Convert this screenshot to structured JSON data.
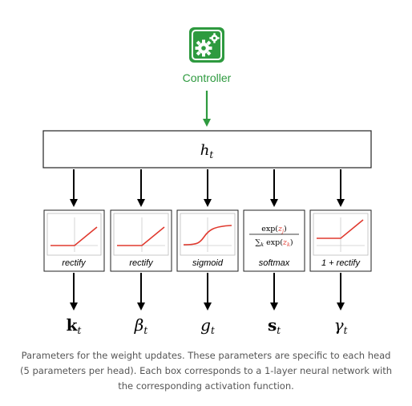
{
  "controller": {
    "label": "Controller",
    "icon": "gears-icon",
    "color": "#2e9a3f"
  },
  "hidden_state": {
    "symbol": "h",
    "subscript": "t"
  },
  "activations": [
    {
      "label": "rectify",
      "curve": "rectify",
      "output_symbol": "k",
      "output_subscript": "t"
    },
    {
      "label": "rectify",
      "curve": "rectify",
      "output_symbol": "β",
      "output_subscript": "t"
    },
    {
      "label": "sigmoid",
      "curve": "sigmoid",
      "output_symbol": "g",
      "output_subscript": "t"
    },
    {
      "label": "softmax",
      "curve": "softmax",
      "output_symbol": "s",
      "output_subscript": "t"
    },
    {
      "label": "1 + rectify",
      "curve": "rectify1",
      "output_symbol": "γ",
      "output_subscript": "t"
    }
  ],
  "softmax_formula": {
    "numerator_fn": "exp(",
    "numerator_var": "z",
    "numerator_sub": "j",
    "numerator_close": ")",
    "denominator_sum": "∑",
    "denominator_sum_sub": "k",
    "denominator_fn": " exp(",
    "denominator_var": "z",
    "denominator_sub": "k",
    "denominator_close": ")"
  },
  "colors": {
    "curve": "#e03a2f",
    "accent_green": "#2e9a3f",
    "arrow": "#000000"
  },
  "caption": "Parameters for the weight updates. These parameters are specific to each head (5 parameters per head). Each box corresponds to a 1-layer neural network with the corresponding activation function."
}
